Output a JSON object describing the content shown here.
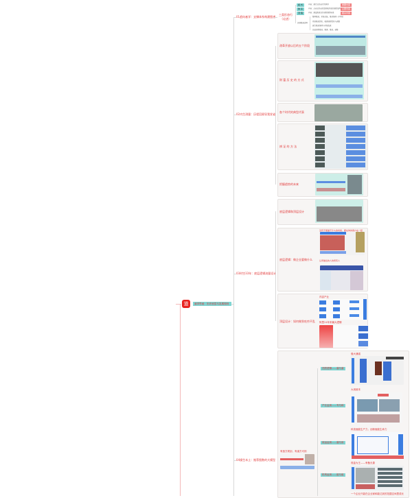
{
  "root": {
    "icon_char": "道",
    "label": "道学思维：历史底层与发展规则"
  },
  "branches": [
    {
      "label": "01趋向者学：支撑体系构建图谱",
      "child": "三类形态行（论述）",
      "tags": [
        {
          "tag": "模 式",
          "text": "内容：建立业务运行的体系",
          "badge": "重要内容"
        },
        {
          "tag": "体 系",
          "text": "内容：过去业务运营逻辑和系统的规划说明",
          "badge": "主要内容"
        },
        {
          "tag": "流 程",
          "text": "内容：建设推进业务流程规划标准",
          "badge": "相关内容"
        }
      ],
      "group_label": "实践推进说明",
      "notes": [
        "整体推进、系统总结、推动落地一步到位",
        "持续推进优化、梳理流程优化与调整",
        "建立推进落地与持续改进",
        "总结流程推进、整理、推进、调整"
      ]
    },
    {
      "label": "02内生测量：历程回顾导我发省",
      "children": [
        "改革开放以后的五个阶段",
        "财 富 历 史 的 方 式",
        "各个时代的典型代表",
        "辨 证 的 方 法",
        "把握趋势的未来"
      ]
    },
    {
      "label": "03时空33年：底层逻辑流量设计",
      "children": [
        "底层逻辑和顶层设计",
        "底层逻辑：做企业要做什么",
        "顶层设计：如何做到吃穷不乱"
      ],
      "captions": [
        "没有不能做不什么的时候，都在你的客户在一起",
        "让所做出的人的所有人",
        "内容产业",
        "阿里24年来最大逻辑"
      ]
    },
    {
      "label": "04操生本土：推荐图数的大模型",
      "side_caption": "有造方规划，有道方可则",
      "children": [
        {
          "tag": "顶层逻辑——道与道",
          "caption": "做大通强"
        },
        {
          "tag": "产业运用——专与和",
          "caption": "大用致本"
        },
        {
          "tag": "用运运用——道与用",
          "caption": "科技赋能生产力，创新赋能生命力"
        },
        {
          "tag": "机构运用——组与组",
          "caption": "现金为王——有备无患"
        }
      ],
      "bottom_caption": "一个企业只能在企业家和能达到的范围空间里成长"
    }
  ],
  "colors": {
    "accent": "#e23b3b",
    "teal": "#7fd6d3",
    "blue": "#3b7de0"
  }
}
